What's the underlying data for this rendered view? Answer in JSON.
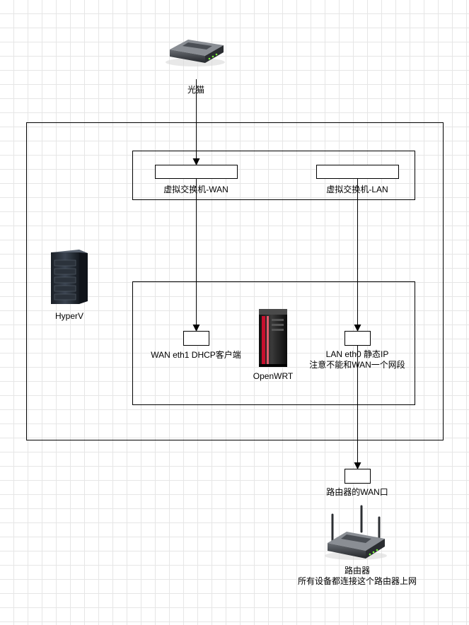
{
  "nodes": {
    "modem": {
      "label": "光猫"
    },
    "vswitch_wan": {
      "label": "虚拟交换机-WAN"
    },
    "vswitch_lan": {
      "label": "虚拟交换机-LAN"
    },
    "hyperv": {
      "label": "HyperV"
    },
    "openwrt": {
      "label": "OpenWRT"
    },
    "wan_eth1": {
      "label": "WAN eth1 DHCP客户端"
    },
    "lan_eth0": {
      "line1": "LAN eth0 静态IP",
      "line2": "注意不能和WAN一个网段"
    },
    "router_wan_port": {
      "label": "路由器的WAN口"
    },
    "router": {
      "line1": "路由器",
      "line2": "所有设备都连接这个路由器上网"
    }
  },
  "icons": [
    "modem-icon",
    "server-rack-icon",
    "openwrt-server-icon",
    "wireless-router-icon"
  ],
  "colors": {
    "stroke": "#000000",
    "grid": "#e6e6e6",
    "openwrt_accent": "#c8102e"
  }
}
